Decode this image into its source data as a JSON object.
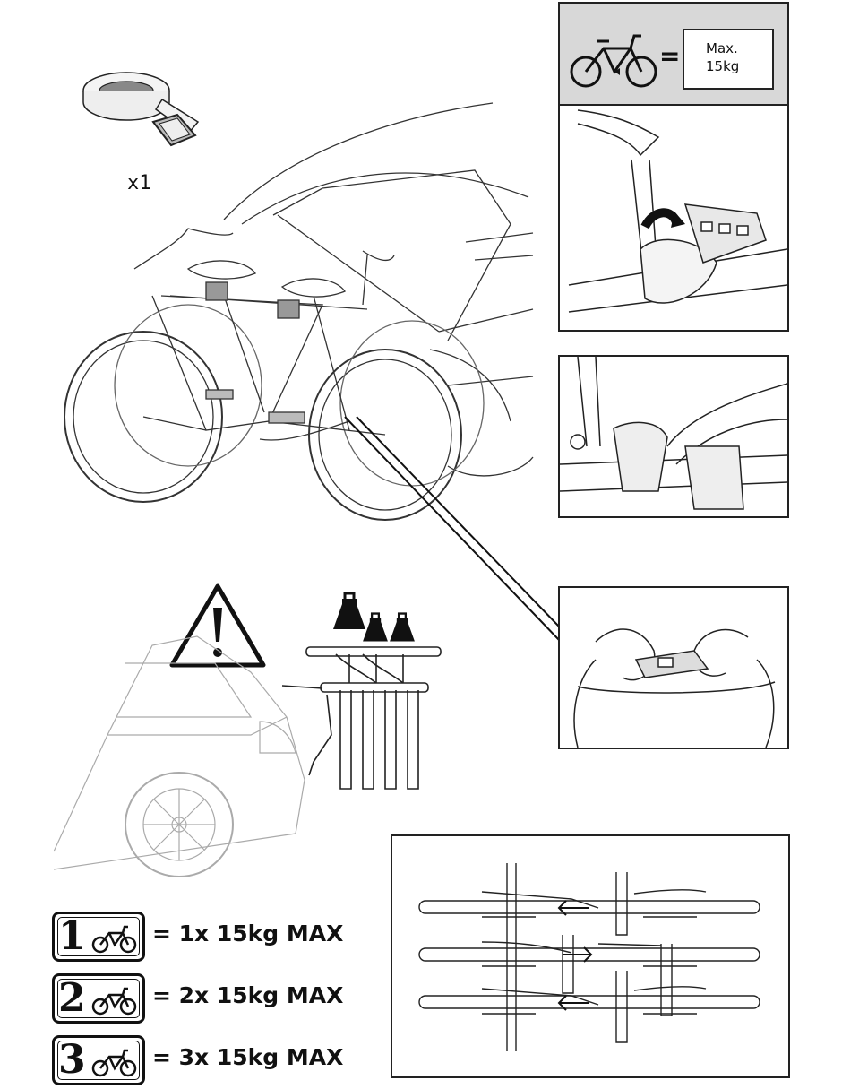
{
  "weight_limit": {
    "label": "Max.",
    "value": "15kg",
    "equals": "="
  },
  "strap": {
    "quantity": "x1"
  },
  "capacity_rules": [
    {
      "number": "1",
      "text": "= 1x 15kg MAX"
    },
    {
      "number": "2",
      "text": "= 2x 15kg MAX"
    },
    {
      "number": "3",
      "text": "= 3x 15kg MAX"
    }
  ],
  "icons": [
    "bicycle-icon",
    "warning-icon",
    "weight-icon",
    "strap-icon",
    "arrow-left-icon",
    "arrow-right-icon"
  ]
}
